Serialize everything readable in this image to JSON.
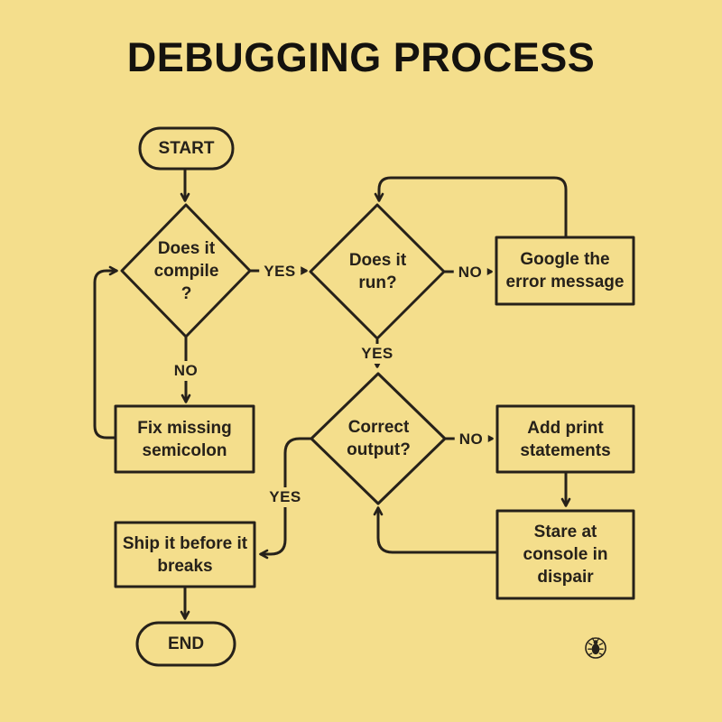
{
  "title": "DEBUGGING PROCESS",
  "colors": {
    "background": "#F4DE8C",
    "stroke": "#26211A",
    "text": "#26211A",
    "title_text": "#14120E"
  },
  "nodes": {
    "start": {
      "label": "START",
      "shape": "pill"
    },
    "compile": {
      "label": "Does it\ncompile\n?",
      "shape": "diamond"
    },
    "run": {
      "label": "Does it\nrun?",
      "shape": "diamond"
    },
    "google": {
      "label": "Google the\nerror message",
      "shape": "rect"
    },
    "fix": {
      "label": "Fix missing\nsemicolon",
      "shape": "rect"
    },
    "correct": {
      "label": "Correct\noutput?",
      "shape": "diamond"
    },
    "add_print": {
      "label": "Add print\nstatements",
      "shape": "rect"
    },
    "stare": {
      "label": "Stare at\nconsole in\ndispair",
      "shape": "rect"
    },
    "ship": {
      "label": "Ship it before it\nbreaks",
      "shape": "rect"
    },
    "end": {
      "label": "END",
      "shape": "pill"
    }
  },
  "edge_labels": {
    "compile_yes": "YES",
    "compile_no": "NO",
    "run_no": "NO",
    "run_yes": "YES",
    "correct_no": "NO",
    "correct_yes": "YES"
  },
  "icons": {
    "watermark": "bug-icon"
  }
}
